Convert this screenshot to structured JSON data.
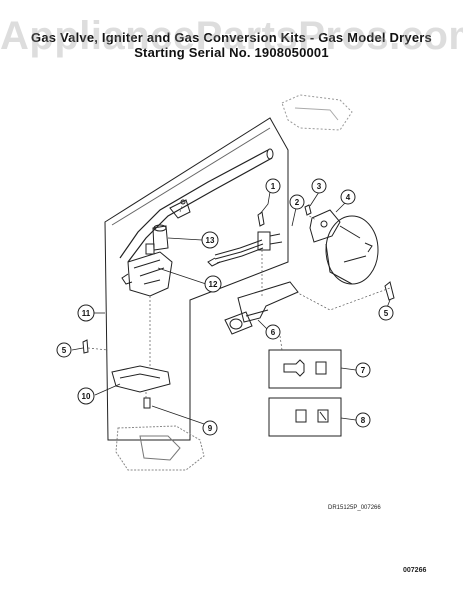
{
  "title_line1": "Gas Valve, Igniter and Gas Conversion Kits - Gas Model Dryers",
  "title_line2": "Starting Serial No. 1908050001",
  "watermark": "AppliancePartsPros.com",
  "diagram_code_small": "DR15125P_007266",
  "diagram_code": "007266",
  "callouts": [
    "1",
    "2",
    "3",
    "4",
    "5",
    "6",
    "7",
    "8",
    "9",
    "10",
    "11",
    "12",
    "13",
    "5"
  ]
}
